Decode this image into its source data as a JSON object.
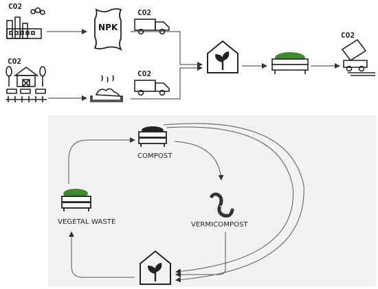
{
  "emission_label": "CO2",
  "top_flow": {
    "fertilizer_label": "NPK"
  },
  "cycle": {
    "compost_label": "COMPOST",
    "vermicompost_label": "VERMICOMPOST",
    "vegetal_waste_label": "VEGETAL WASTE"
  },
  "colors": {
    "line": "#2b2b2b",
    "panel": "#f1f1f1",
    "greenery": "#3f8a2f",
    "arrow": "#444444"
  }
}
